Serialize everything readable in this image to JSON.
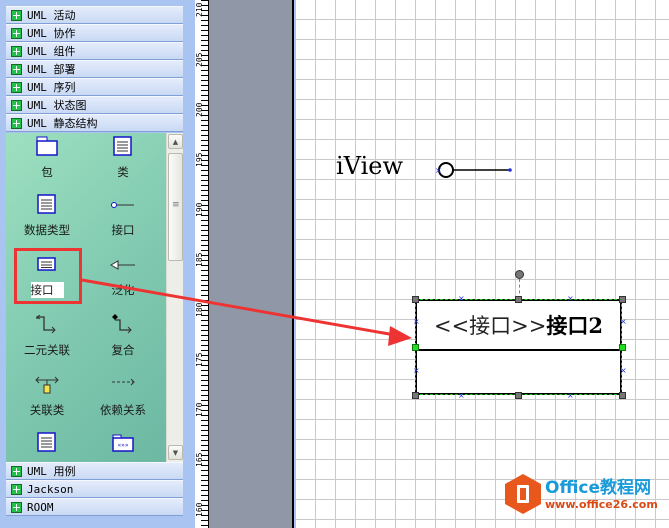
{
  "panel": {
    "categories_top": [
      {
        "label": "UML 活动"
      },
      {
        "label": "UML 协作"
      },
      {
        "label": "UML 组件"
      },
      {
        "label": "UML 部署"
      },
      {
        "label": "UML 序列"
      },
      {
        "label": "UML 状态图"
      },
      {
        "label": "UML 静态结构"
      }
    ],
    "categories_bottom": [
      {
        "label": "UML 用例"
      },
      {
        "label": "Jackson"
      },
      {
        "label": "ROOM"
      }
    ],
    "shapes": [
      {
        "label": "包",
        "icon": "package-icon"
      },
      {
        "label": "类",
        "icon": "class-icon"
      },
      {
        "label": "数据类型",
        "icon": "datatype-icon"
      },
      {
        "label": "接口",
        "icon": "interface-lollipop-icon"
      },
      {
        "label": "接口",
        "icon": "interface-class-icon",
        "selected": true
      },
      {
        "label": "泛化",
        "icon": "generalization-arrow-icon"
      },
      {
        "label": "二元关联",
        "icon": "binary-association-icon"
      },
      {
        "label": "复合",
        "icon": "composition-icon"
      },
      {
        "label": "关联类",
        "icon": "association-class-icon"
      },
      {
        "label": "依赖关系",
        "icon": "dependency-icon"
      },
      {
        "label": "",
        "icon": "object-icon"
      },
      {
        "label": "",
        "icon": "subsystem-icon"
      }
    ]
  },
  "ruler": {
    "ticks": [
      "210",
      "205",
      "200",
      "195",
      "190",
      "185",
      "180",
      "175",
      "170",
      "165",
      "160"
    ]
  },
  "canvas": {
    "iview_label": "iView",
    "interface_box": {
      "stereotype": "<<接口>>",
      "name": "接口2"
    }
  },
  "annotation": {
    "highlight_color": "#ee3333"
  },
  "watermark": {
    "title": "Office教程网",
    "url": "www.office26.com"
  }
}
